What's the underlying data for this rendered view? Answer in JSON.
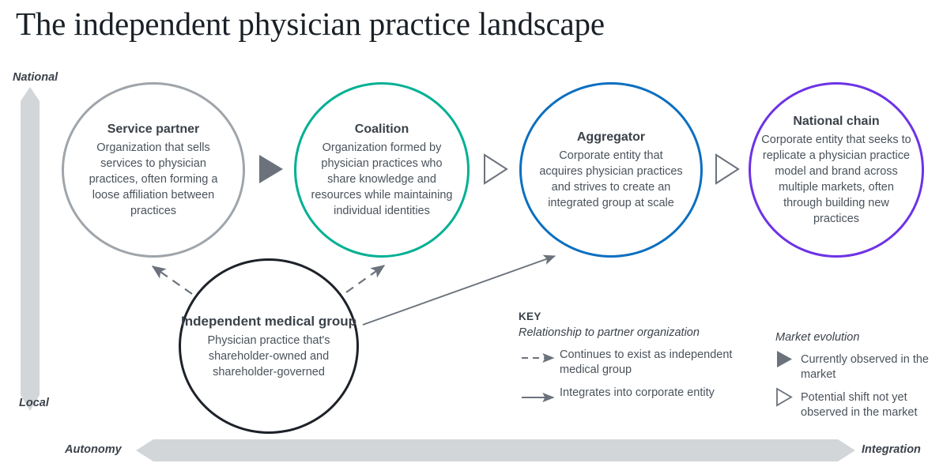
{
  "title": "The independent physician practice landscape",
  "colors": {
    "service_partner": "#9fa5aa",
    "coalition": "#00b093",
    "aggregator": "#0b6fc0",
    "national_chain": "#6d32e6",
    "independent": "#1d2229",
    "arrow_gray": "#6b727b",
    "axis_gray": "#d2d6d9",
    "text_dark": "#3b424a",
    "text_body": "#4a525b"
  },
  "axes": {
    "vertical": {
      "top_label": "National",
      "bottom_label": "Local"
    },
    "horizontal": {
      "left_label": "Autonomy",
      "right_label": "Integration"
    }
  },
  "nodes": [
    {
      "id": "service-partner",
      "title": "Service partner",
      "desc": "Organization that sells services to physician practices, often forming a loose affiliation between practices"
    },
    {
      "id": "coalition",
      "title": "Coalition",
      "desc": "Organization formed by physician practices who share knowledge and resources while maintaining individual identities"
    },
    {
      "id": "aggregator",
      "title": "Aggregator",
      "desc": "Corporate entity that acquires physician practices and strives to create an integrated group at scale"
    },
    {
      "id": "national-chain",
      "title": "National chain",
      "desc": "Corporate entity that seeks to replicate a physician practice model and brand across multiple markets, often through building new practices"
    },
    {
      "id": "independent-medical-group",
      "title": "Independent medical group",
      "desc": "Physician practice that's shareholder-owned and shareholder-governed"
    }
  ],
  "key": {
    "heading": "KEY",
    "group_relationship": {
      "subheading": "Relationship to partner organization",
      "items": [
        {
          "glyph": "dashed-arrow",
          "label": "Continues to exist as independent medical group"
        },
        {
          "glyph": "solid-arrow",
          "label": "Integrates into corporate entity"
        }
      ]
    },
    "group_market": {
      "subheading": "Market evolution",
      "items": [
        {
          "glyph": "filled-triangle",
          "label": "Currently observed in the market"
        },
        {
          "glyph": "outline-triangle",
          "label": "Potential shift not yet observed in the market"
        }
      ]
    }
  }
}
